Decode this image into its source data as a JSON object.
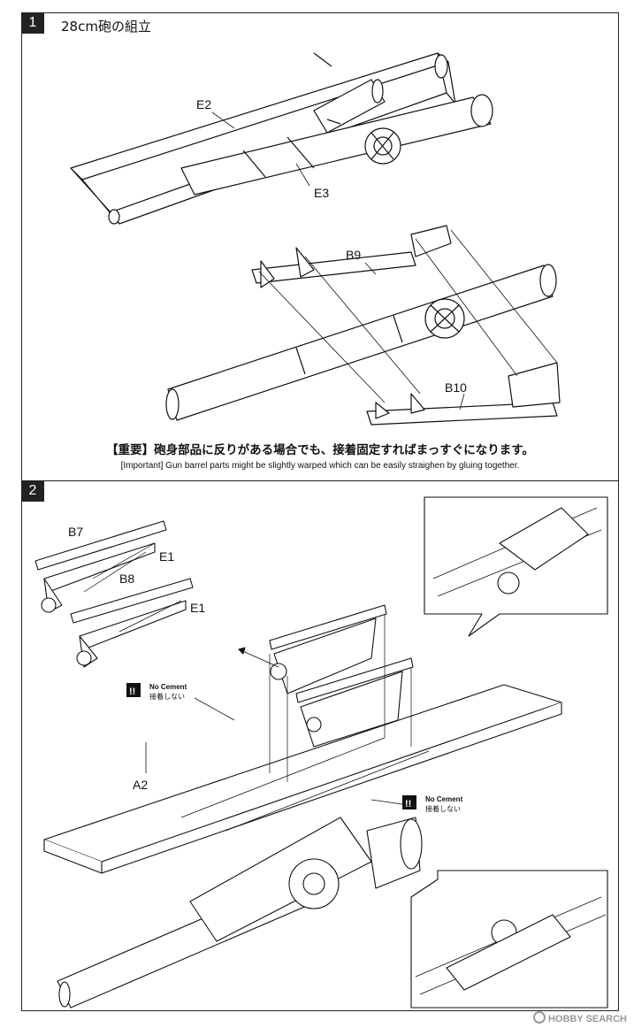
{
  "step1": {
    "number": "1",
    "title": "28cm砲の組立",
    "labels": {
      "e2": "E2",
      "e3": "E3",
      "b9": "B9",
      "b10": "B10"
    },
    "note_jp": "【重要】砲身部品に反りがある場合でも、接着固定すればまっすぐになります。",
    "note_en": "[Important] Gun barrel parts might be slightly warped which can be easily straighen by gluing together."
  },
  "step2": {
    "number": "2",
    "labels": {
      "b7": "B7",
      "b8": "B8",
      "e1a": "E1",
      "e1b": "E1",
      "a2": "A2"
    },
    "no_cement_1": {
      "icon": "!!",
      "en": "No Cement",
      "jp": "接着しない"
    },
    "no_cement_2": {
      "icon": "!!",
      "en": "No Cement",
      "jp": "接着しない"
    }
  },
  "watermark": "HOBBY SEARCH"
}
